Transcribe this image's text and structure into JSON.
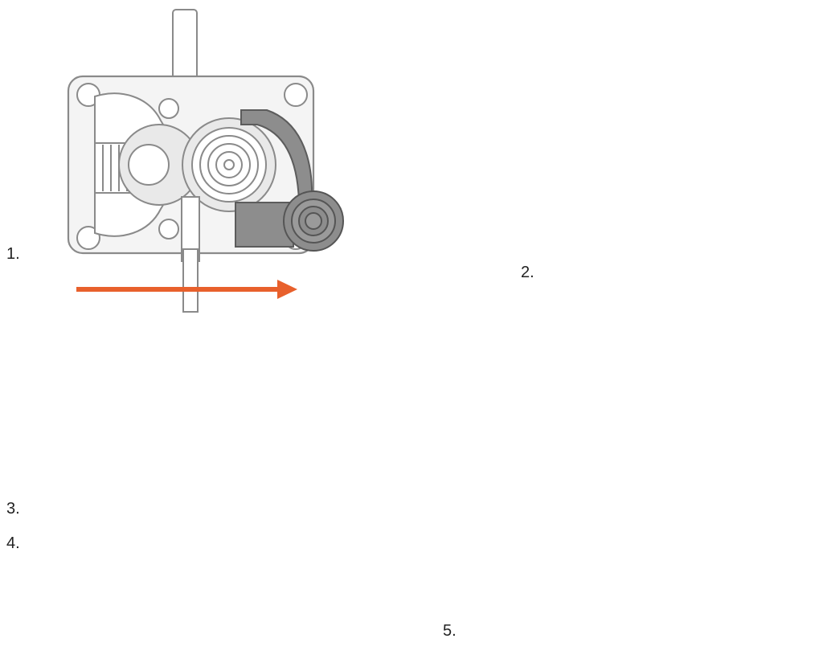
{
  "steps": [
    {
      "label": "1."
    },
    {
      "label": "2."
    },
    {
      "label": "3."
    },
    {
      "label": "4."
    },
    {
      "label": "5."
    }
  ],
  "colors": {
    "arrow": "#e8602c",
    "outline": "#8a8a8a",
    "plate_fill": "#f4f4f4",
    "part_dark": "#8d8d8d"
  },
  "icons": {
    "arrow_right": "arrow-right-icon",
    "arrow_curved_up": "curved-arrow-icon",
    "arrow_left": "arrow-left-icon"
  }
}
